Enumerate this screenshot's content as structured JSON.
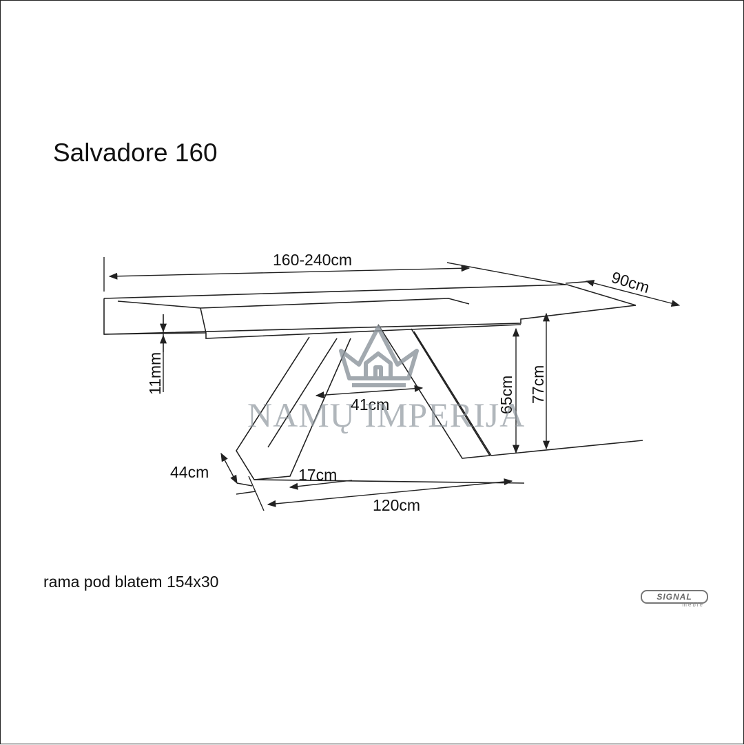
{
  "title": "Salvadore 160",
  "note": "rama pod blatem 154x30",
  "dimensions": {
    "length": "160-240cm",
    "depth": "90cm",
    "top_thickness": "11mm",
    "leg_gap": "41cm",
    "leg_height": "65cm",
    "total_height": "77cm",
    "foot_depth": "44cm",
    "foot_width": "17cm",
    "base_length": "120cm"
  },
  "watermark": {
    "text": "NAMŲ IMPERIJA",
    "icon": "crown-house-icon"
  },
  "brand": {
    "name": "SIGNAL",
    "sub": "meble"
  },
  "colors": {
    "line": "#222222",
    "watermark": "#8b949c"
  }
}
